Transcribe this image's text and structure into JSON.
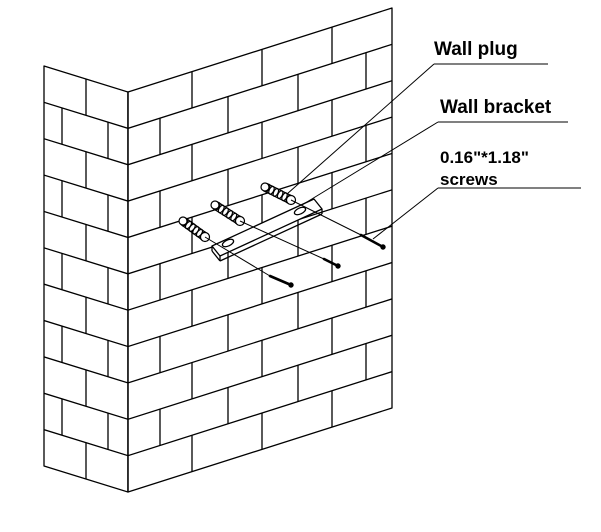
{
  "labels": {
    "wall_plug": "Wall plug",
    "wall_bracket": "Wall bracket",
    "screws_size": "0.16\"*1.18\"",
    "screws_word": "screws"
  },
  "colors": {
    "line": "#000000",
    "background": "#ffffff"
  }
}
